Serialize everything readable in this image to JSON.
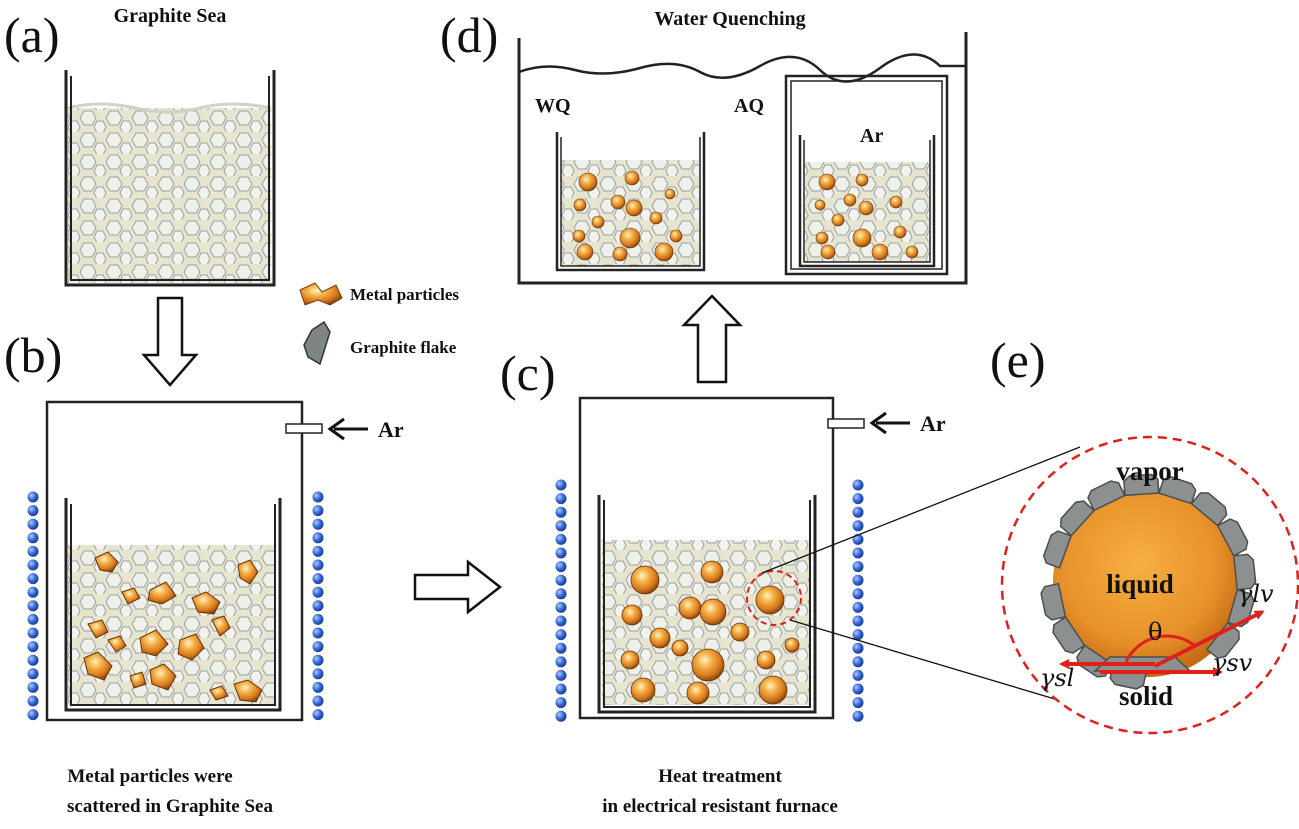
{
  "panels": {
    "a": {
      "label": "(a)",
      "title": "Graphite Sea"
    },
    "b": {
      "label": "(b)",
      "gas": "Ar",
      "caption_line1": "Metal particles were",
      "caption_line2": "scattered in Graphite Sea"
    },
    "c": {
      "label": "(c)",
      "gas": "Ar",
      "caption_line1": "Heat treatment",
      "caption_line2": "in electrical resistant furnace"
    },
    "d": {
      "label": "(d)",
      "title": "Water Quenching",
      "wq_label": "WQ",
      "aq_label": "AQ",
      "gas": "Ar"
    },
    "e": {
      "label": "(e)",
      "vapor": "vapor",
      "liquid": "liquid",
      "solid": "solid",
      "theta": "θ",
      "gamma_lv": "γlv",
      "gamma_sl": "γsl",
      "gamma_sv": "γsv"
    }
  },
  "legend": {
    "metal_particles": "Metal particles",
    "graphite_flake": "Graphite flake"
  },
  "colors": {
    "graphite_bed": "#e6e4cf",
    "flake_outline": "#9aa0a0",
    "metal": "#e8902a",
    "coil": "#2f5fd0",
    "arrow_red": "#e0201a",
    "circle_dash": "#e0201a",
    "flake_gray": "#8c9090"
  }
}
